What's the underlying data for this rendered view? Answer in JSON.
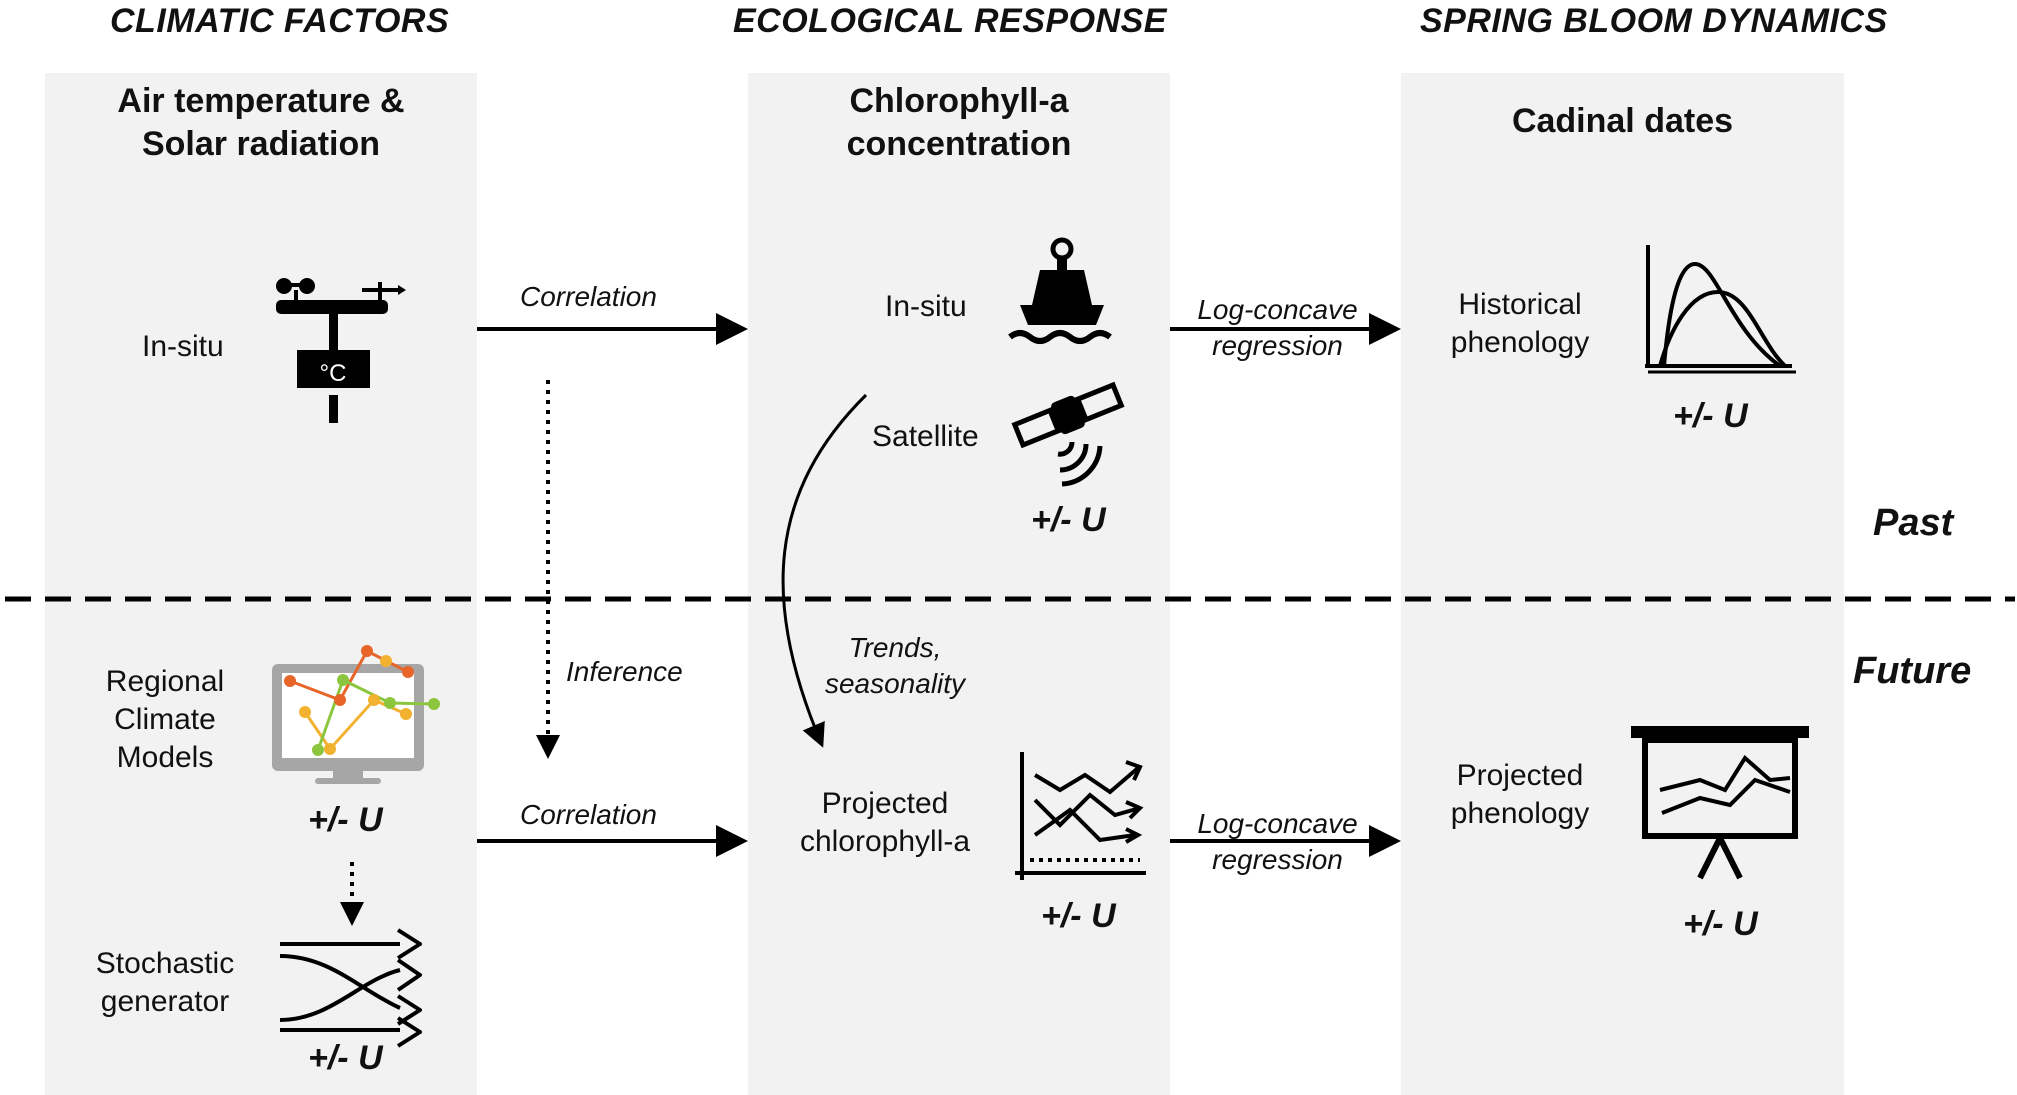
{
  "headers": {
    "climatic": "CLIMATIC FACTORS",
    "ecological": "ECOLOGICAL RESPONSE",
    "spring": "SPRING BLOOM DYNAMICS"
  },
  "boxes": {
    "climatic_title": [
      "Air temperature &",
      "Solar radiation"
    ],
    "ecological_title": [
      "Chlorophyll-a",
      "concentration"
    ],
    "spring_title": "Cadinal dates"
  },
  "labels": {
    "insitu_climate": "In-situ",
    "insitu_chl": "In-situ",
    "satellite": "Satellite",
    "historical": [
      "Historical",
      "phenology"
    ],
    "rcm": [
      "Regional",
      "Climate",
      "Models"
    ],
    "stochastic": [
      "Stochastic",
      "generator"
    ],
    "projected_chl": [
      "Projected",
      "chlorophyll-a"
    ],
    "projected_phen": [
      "Projected",
      "phenology"
    ],
    "thermo_unit": "°C"
  },
  "arrows": {
    "correlation_top": "Correlation",
    "correlation_bottom": "Correlation",
    "inference": "Inference",
    "logconcave_top": [
      "Log-concave",
      "regression"
    ],
    "logconcave_bottom": [
      "Log-concave",
      "regression"
    ],
    "trends": [
      "Trends,",
      "seasonality"
    ]
  },
  "uncertainty": "+/- U",
  "periods": {
    "past": "Past",
    "future": "Future"
  },
  "colors": {
    "panel": "#f2f2f2",
    "rcm_orange": "#e8652a",
    "rcm_yellow": "#f2b230",
    "rcm_green": "#8cc63f",
    "monitor": "#a6a6a6"
  },
  "icons": [
    "weather-station-icon",
    "buoy-icon",
    "satellite-icon",
    "phenology-curve-icon",
    "climate-monitor-icon",
    "stochastic-arrows-icon",
    "projected-chart-icon",
    "presentation-board-icon"
  ]
}
